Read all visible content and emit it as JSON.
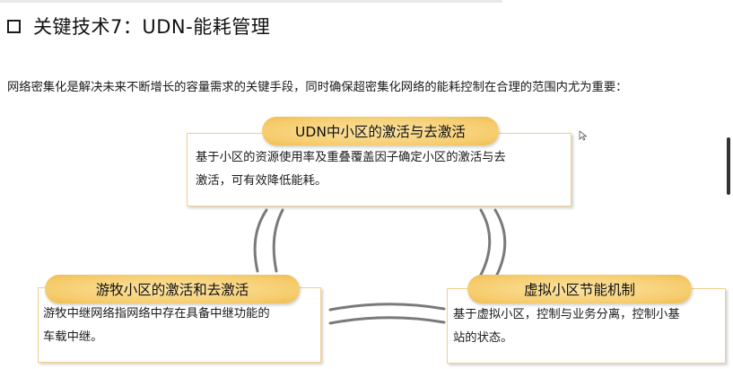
{
  "title": "关键技术7：UDN-能耗管理",
  "intro": "网络密集化是解决未来不断增长的容量需求的关键手段，同时确保超密集化网络的能耗控制在合理的范围内尤为重要：",
  "cards": {
    "top": {
      "heading": "UDN中小区的激活与去激活",
      "line1": "基于小区的资源使用率及重叠覆盖因子确定小区的激活与去",
      "line2": "激活，可有效降低能耗。"
    },
    "left": {
      "heading": "游牧小区的激活和去激活",
      "line1": "游牧中继网络指网络中存在具备中继功能的",
      "line2": "车载中继。"
    },
    "right": {
      "heading": "虚拟小区节能机制",
      "line1": "基于虚拟小区，控制与业务分离，控制小基",
      "line2": "站的状态。"
    }
  },
  "colors": {
    "pill": "#f6cd6e",
    "box_border": "#f1cf8a",
    "arc": "#7a7a7a"
  },
  "icons": [
    "title-bullet-square-icon",
    "mouse-cursor-icon",
    "cycle-arc-icon"
  ]
}
